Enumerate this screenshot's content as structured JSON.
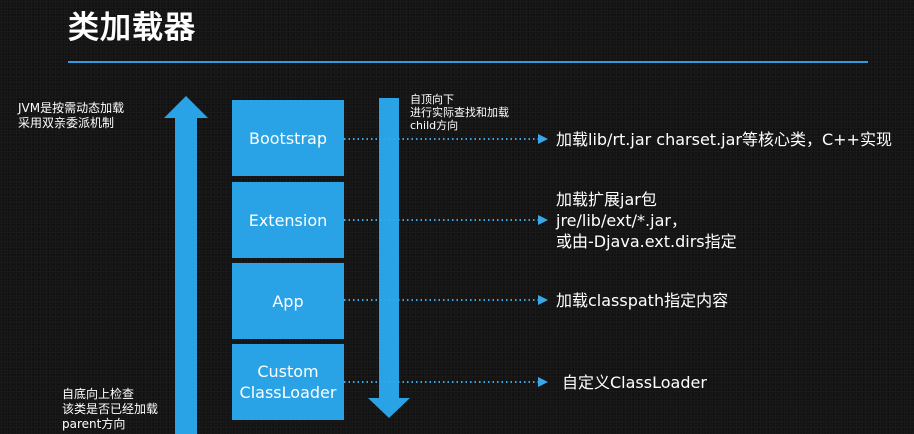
{
  "title": "类加载器",
  "notes": {
    "left_top": "JVM是按需动态加载\n采用双亲委派机制",
    "left_bottom": "自底向上检查\n该类是否已经加载\nparent方向",
    "right_top": "自顶向下\n进行实际查找和加载\nchild方向"
  },
  "loaders": [
    {
      "label": "Bootstrap",
      "desc": "加载lib/rt.jar charset.jar等核心类，C++实现"
    },
    {
      "label": "Extension",
      "desc": "加载扩展jar包\njre/lib/ext/*.jar，\n或由-Djava.ext.dirs指定"
    },
    {
      "label": "App",
      "desc": "加载classpath指定内容"
    },
    {
      "label": "Custom\nClassLoader",
      "desc": "自定义ClassLoader"
    }
  ],
  "colors": {
    "accent": "#29a3e6",
    "rule": "#3399dd",
    "background": "#141414",
    "text": "#ffffff"
  }
}
